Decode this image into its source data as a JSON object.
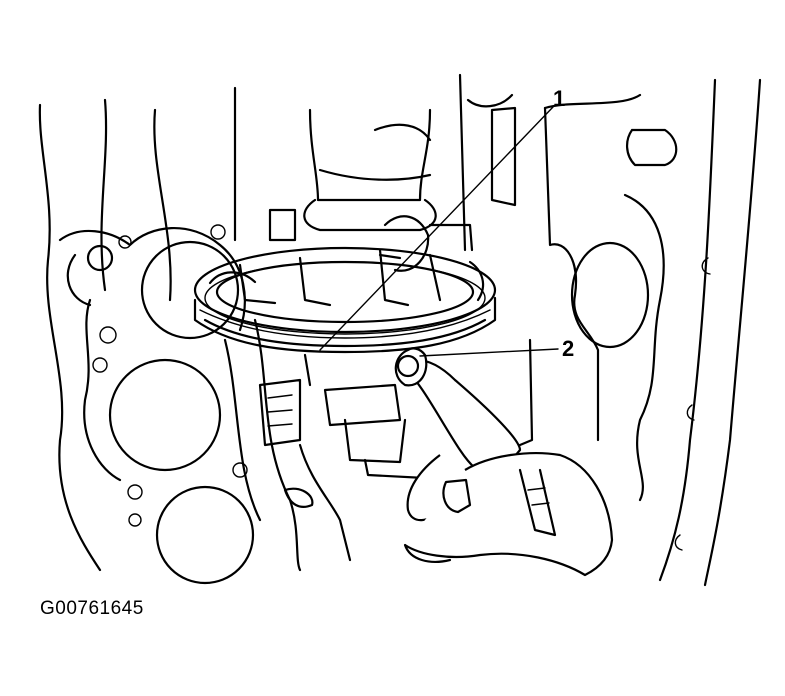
{
  "callouts": {
    "one": "1",
    "two": "2"
  },
  "caption": "G00761645",
  "colors": {
    "ink": "#000000",
    "paper": "#ffffff"
  }
}
